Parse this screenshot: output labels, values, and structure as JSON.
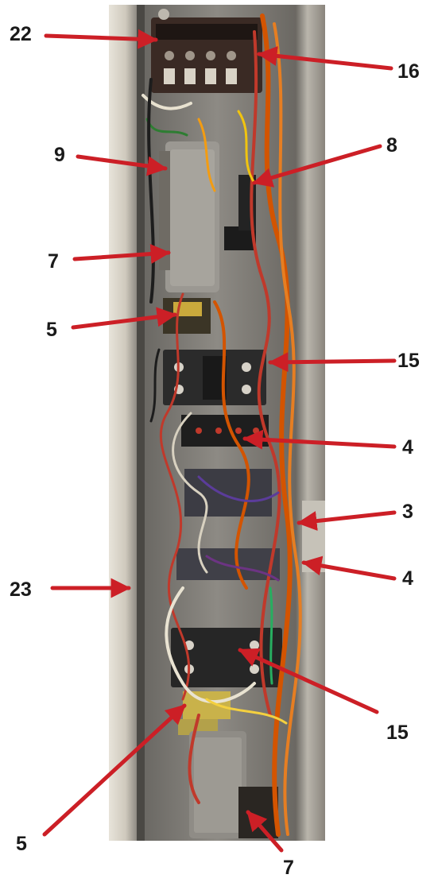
{
  "colors": {
    "arrow": "#cc1f26",
    "label": "#1a1a1a",
    "background": "#ffffff",
    "photo_base": "#6d6a66"
  },
  "callouts": [
    {
      "id": "c22a",
      "label": "22"
    },
    {
      "id": "c16",
      "label": "16"
    },
    {
      "id": "c9",
      "label": "9"
    },
    {
      "id": "c8",
      "label": "8"
    },
    {
      "id": "c7a",
      "label": "7"
    },
    {
      "id": "c5a",
      "label": "5"
    },
    {
      "id": "c15a",
      "label": "15"
    },
    {
      "id": "c4a",
      "label": "4"
    },
    {
      "id": "c3",
      "label": "3"
    },
    {
      "id": "c4b",
      "label": "4"
    },
    {
      "id": "c23",
      "label": "23"
    },
    {
      "id": "c15b",
      "label": "15"
    },
    {
      "id": "c5b",
      "label": "5"
    },
    {
      "id": "c7b",
      "label": "7"
    }
  ]
}
